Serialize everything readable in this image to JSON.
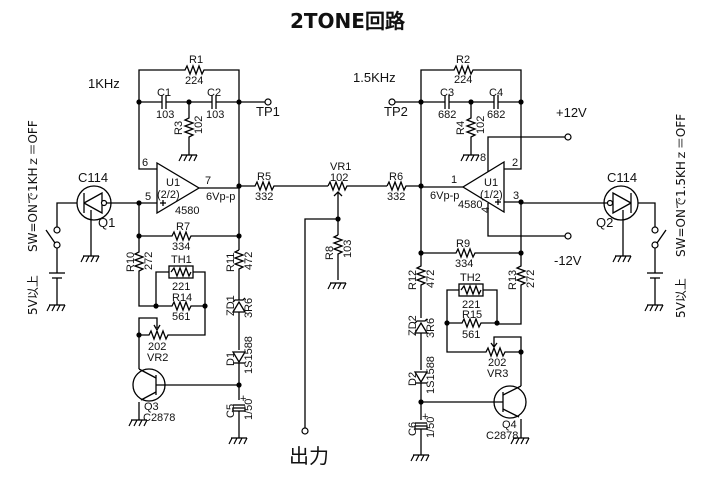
{
  "title": "2TONE回路",
  "output_label": "出力",
  "left": {
    "freq": "1KHz",
    "tp": "TP1",
    "R1": {
      "ref": "R1",
      "val": "224"
    },
    "C1": {
      "ref": "C1",
      "val": "103"
    },
    "C2": {
      "ref": "C2",
      "val": "103"
    },
    "R3": {
      "ref": "R3",
      "val": "102"
    },
    "opamp": {
      "ref": "U1",
      "part": "(2/2)",
      "model": "4580",
      "pin_minus": "6",
      "pin_plus": "5",
      "pin_out": "7"
    },
    "out_level": "6Vp-p",
    "transistor": {
      "ref": "Q1",
      "model": "C114"
    },
    "R7": {
      "ref": "R7",
      "val": "334"
    },
    "R10": {
      "ref": "R10",
      "val": "272"
    },
    "R11": {
      "ref": "R11",
      "val": "472"
    },
    "TH": {
      "ref": "TH1",
      "val": "221"
    },
    "R14": {
      "ref": "R14",
      "val": "561"
    },
    "VR": {
      "ref": "VR2",
      "val": "202"
    },
    "ZD": {
      "ref": "ZD1",
      "val": "3R6"
    },
    "D": {
      "ref": "D1",
      "val": "1S1588"
    },
    "Q3": {
      "ref": "Q3",
      "model": "C2878"
    },
    "C5": {
      "ref": "C5",
      "val": "1/50"
    },
    "switch_note": "SW=ONで1KHｚ＝OFF",
    "supply_note": "5V以上"
  },
  "right": {
    "freq": "1.5KHz",
    "tp": "TP2",
    "R2": {
      "ref": "R2",
      "val": "224"
    },
    "C3": {
      "ref": "C3",
      "val": "682"
    },
    "C4": {
      "ref": "C4",
      "val": "682"
    },
    "R4": {
      "ref": "R4",
      "val": "102"
    },
    "pin8": "8",
    "opamp": {
      "ref": "U1",
      "part": "(1/2)",
      "model": "4580",
      "pin_minus": "2",
      "pin_plus": "3",
      "pin_out": "1",
      "pin_vee": "4"
    },
    "out_level": "6Vp-p",
    "transistor": {
      "ref": "Q2",
      "model": "C114"
    },
    "R9": {
      "ref": "R9",
      "val": "334"
    },
    "R12": {
      "ref": "R12",
      "val": "472"
    },
    "R13": {
      "ref": "R13",
      "val": "272"
    },
    "TH": {
      "ref": "TH2",
      "val": "221"
    },
    "R15": {
      "ref": "R15",
      "val": "561"
    },
    "VR": {
      "ref": "VR3",
      "val": "202"
    },
    "ZD": {
      "ref": "ZD2",
      "val": "3R6"
    },
    "D": {
      "ref": "D2",
      "val": "1S1588"
    },
    "Q4": {
      "ref": "Q4",
      "model": "C2878"
    },
    "C6": {
      "ref": "C6",
      "val": "1/50"
    },
    "vcc": "+12V",
    "vee": "-12V",
    "switch_note": "SW=ONで1.5KHｚ＝OFF",
    "supply_note": "5V以上"
  },
  "mixer": {
    "R5": {
      "ref": "R5",
      "val": "332"
    },
    "R6": {
      "ref": "R6",
      "val": "332"
    },
    "VR1": {
      "ref": "VR1",
      "val": "102"
    },
    "R8": {
      "ref": "R8",
      "val": "103"
    }
  }
}
